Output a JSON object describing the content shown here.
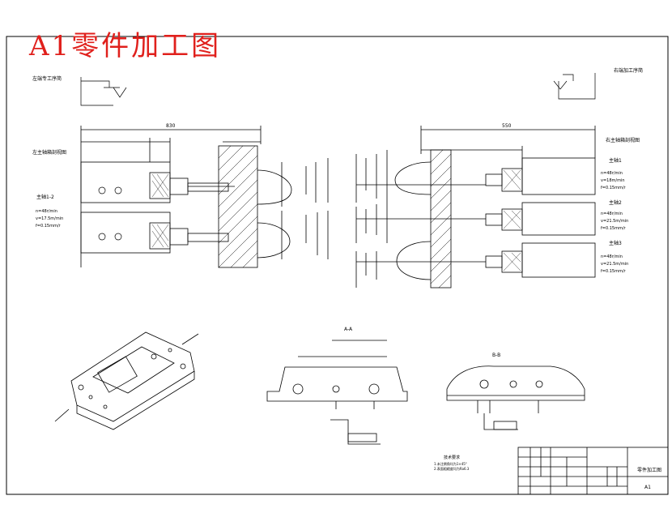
{
  "drawing": {
    "title": "A1零件加工图",
    "left_op_note": "左端专工序简",
    "right_op_note": "右端加工序简",
    "left_setup_label": "左主轴箱剖视图",
    "right_setup_label": "右主轴箱剖视图",
    "left_spindle": "主轴1-2",
    "left_params": [
      "n=48r/min",
      "v=17.5m/min",
      "f=0.15mm/r"
    ],
    "right_spindle_1": "主轴1",
    "right_spindle_2": "主轴2",
    "right_spindle_3": "主轴3",
    "right_params_1": [
      "n=48r/min",
      "v=18m/min",
      "f=0.15mm/r"
    ],
    "right_params_2": [
      "n=48r/min",
      "v=21.5m/min",
      "f=0.15mm/r"
    ],
    "right_params_3": [
      "n=48r/min",
      "v=21.5m/min",
      "f=0.15mm/r"
    ],
    "dim_left_total": "830",
    "dim_right_total": "550",
    "section_aa": "A-A",
    "section_bb": "B-B",
    "tech_req": [
      "技术要求",
      "1.未注倒角均为1×45°",
      "2.表面粗糙度均为Ra6.3"
    ],
    "title_block": {
      "name": "零件加工图",
      "code": "A1"
    }
  }
}
